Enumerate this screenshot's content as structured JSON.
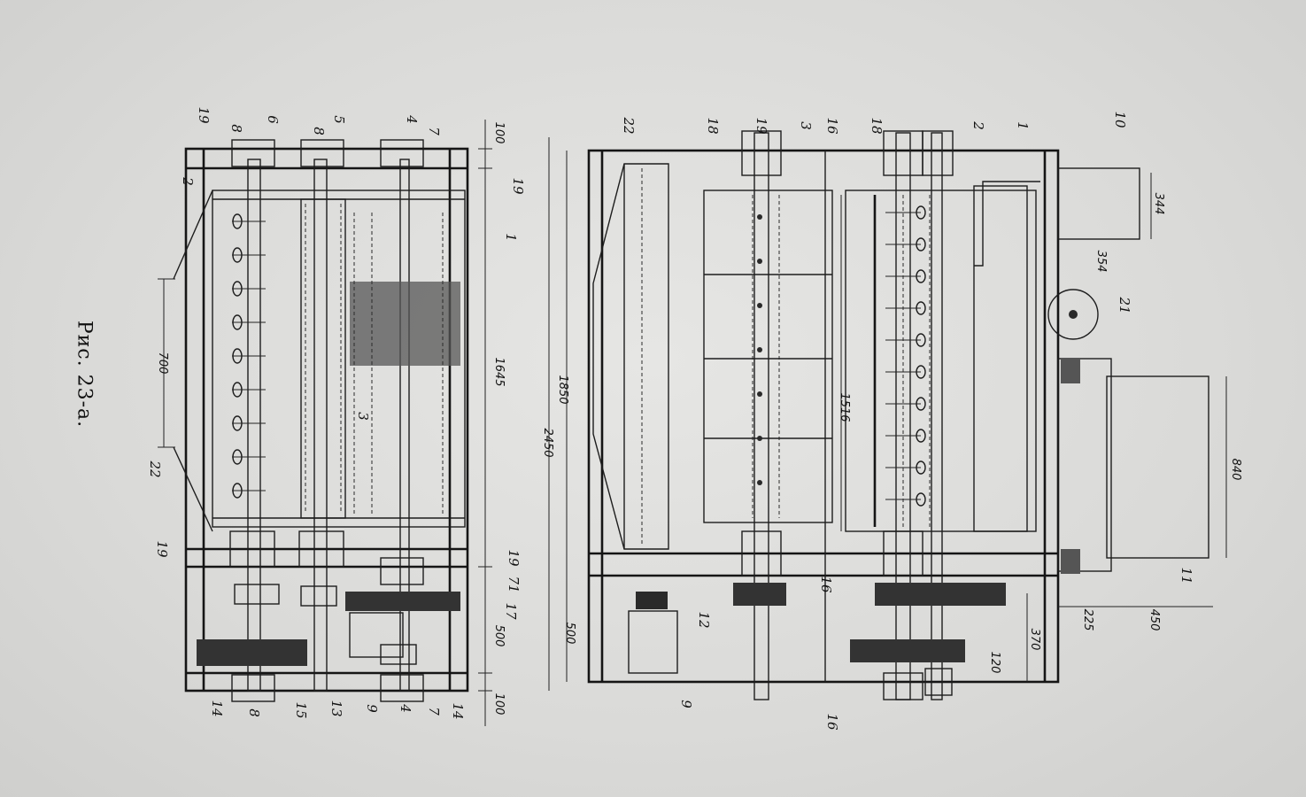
{
  "caption": "Рис. 23-а.",
  "left_view": {
    "part_labels": [
      "1",
      "2",
      "3",
      "4",
      "4",
      "5",
      "6",
      "7",
      "7",
      "8",
      "8",
      "8",
      "9",
      "13",
      "14",
      "14",
      "15",
      "17",
      "19",
      "19",
      "19",
      "19",
      "22",
      "71"
    ],
    "dimensions": [
      "100",
      "1645",
      "700",
      "500",
      "100"
    ]
  },
  "right_view": {
    "part_labels": [
      "1",
      "2",
      "3",
      "9",
      "10",
      "11",
      "12",
      "16",
      "16",
      "16",
      "18",
      "18",
      "19",
      "21",
      "22"
    ],
    "dimensions": [
      "344",
      "354",
      "840",
      "1516",
      "1850",
      "2450",
      "500",
      "370",
      "120",
      "225",
      "450"
    ]
  }
}
